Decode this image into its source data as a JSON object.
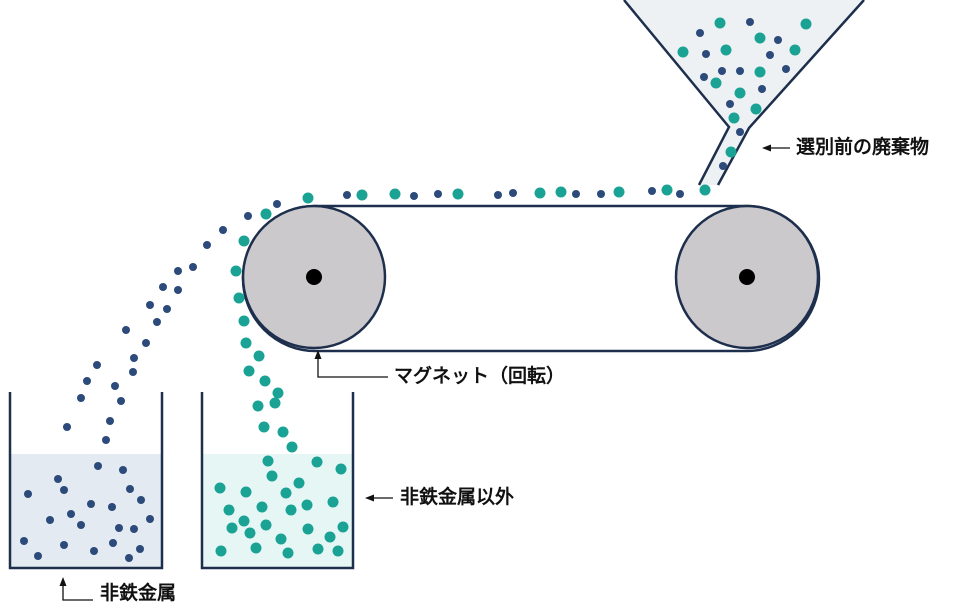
{
  "labels": {
    "waste_before": "選別前の廃棄物",
    "magnet": "マグネット（回転）",
    "non_ferrous_other": "非鉄金属以外",
    "non_ferrous": "非鉄金属"
  },
  "colors": {
    "metal": "#2c4a7a",
    "other": "#1aa394",
    "outline": "#1d2f4d",
    "pulley": "#cbc9cb",
    "hopper": "#edf1f4",
    "bin_metal_fill": "#e3eaf1",
    "bin_other_fill": "#e6f6f5",
    "axle": "#000000"
  }
}
